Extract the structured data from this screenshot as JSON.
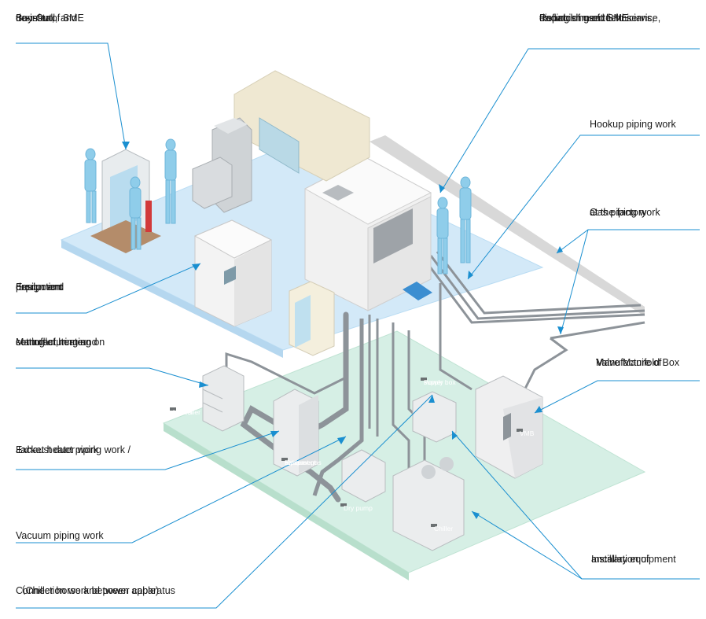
{
  "colors": {
    "leader": "#1a8fd0",
    "upper_floor": "#cfe6f7",
    "lower_floor": "#d4eee4",
    "pipe": "#8d9399",
    "tag_bg": "#6b7072",
    "figure": "#8fcdea"
  },
  "callouts": [
    {
      "id": "buyout",
      "lines": [
        "Buy-Out,",
        "de-install, and",
        "transfer of SME"
      ]
    },
    {
      "id": "refurb",
      "lines": [
        "Refurbishment field service,",
        "dispatching of technicians,",
        "trading of used SME"
      ]
    },
    {
      "id": "hookup",
      "lines": [
        "Hookup piping work"
      ]
    },
    {
      "id": "gas",
      "lines": [
        "Gas piping work",
        "at the factory"
      ]
    },
    {
      "id": "design",
      "lines": [
        "Equipment",
        "design and",
        "production"
      ]
    },
    {
      "id": "heater",
      "lines": [
        "Manufacturing and",
        "setting of heater",
        "controller, turning on"
      ]
    },
    {
      "id": "vmb",
      "lines": [
        "Manufacture of",
        "Valve Manifold Box"
      ]
    },
    {
      "id": "exhaust",
      "lines": [
        "Exhaust duct piping work /",
        "Jacket heater work"
      ]
    },
    {
      "id": "vacuum",
      "lines": [
        "Vacuum piping work"
      ]
    },
    {
      "id": "ancillary",
      "lines": [
        "Installation of",
        "ancillary equipment"
      ]
    },
    {
      "id": "connection",
      "lines": [
        "Connection work between apparatus",
        "（Chiller horse and power cable)"
      ]
    }
  ],
  "tags": {
    "heater_controller": [
      "Heater",
      "controller"
    ],
    "power_supply": [
      "Power",
      "supply box"
    ],
    "exhaust_gas": [
      "Exhaust gas",
      "abatement",
      "equipment"
    ],
    "dry_pump": [
      "Dry pump"
    ],
    "chiller": [
      "Chiller"
    ],
    "vmb": [
      "VMB"
    ]
  }
}
